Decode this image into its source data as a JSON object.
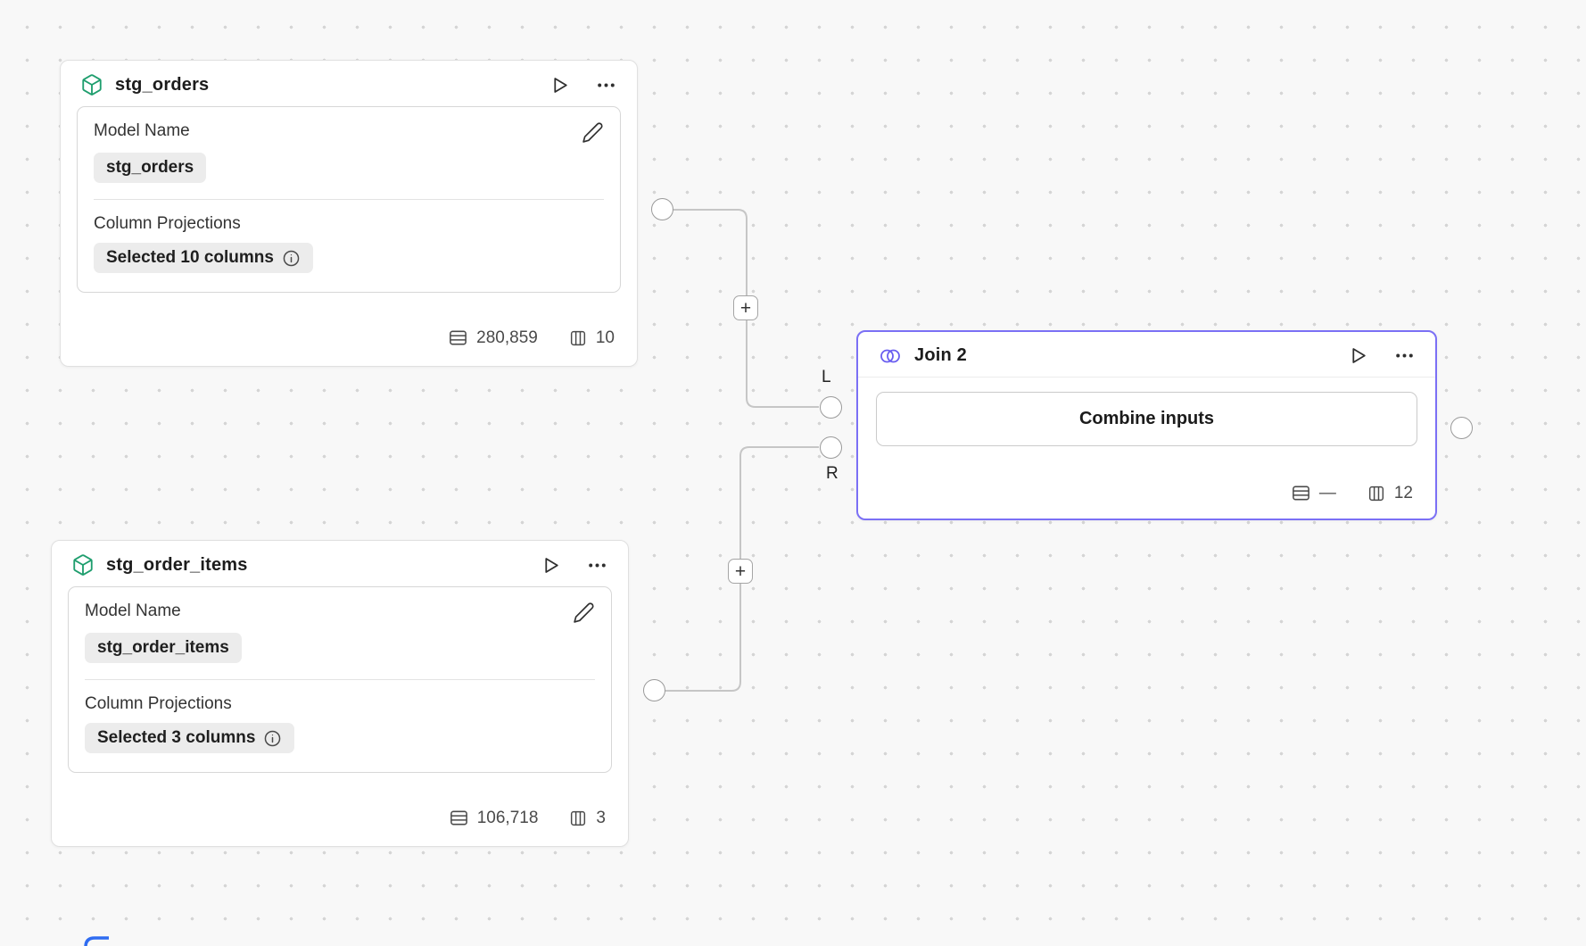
{
  "colors": {
    "accent_green": "#1f9e6e",
    "accent_indigo": "#6a5ef0",
    "selected_border": "#7b70f5",
    "wire": "#c6c6c6",
    "partial_node_blue": "#2f6cf1",
    "chip_bg": "#ececec"
  },
  "edges": {
    "plus_label": "+"
  },
  "nodes": {
    "stg_orders": {
      "title": "stg_orders",
      "model_name_label": "Model Name",
      "model_name_value": "stg_orders",
      "projections_label": "Column Projections",
      "projections_value": "Selected 10 columns",
      "row_count": "280,859",
      "column_count": "10"
    },
    "stg_order_items": {
      "title": "stg_order_items",
      "model_name_label": "Model Name",
      "model_name_value": "stg_order_items",
      "projections_label": "Column Projections",
      "projections_value": "Selected 3 columns",
      "row_count": "106,718",
      "column_count": "3"
    },
    "join2": {
      "title": "Join 2",
      "action_label": "Combine inputs",
      "row_count": "—",
      "column_count": "12",
      "left_port_label": "L",
      "right_port_label": "R"
    }
  }
}
